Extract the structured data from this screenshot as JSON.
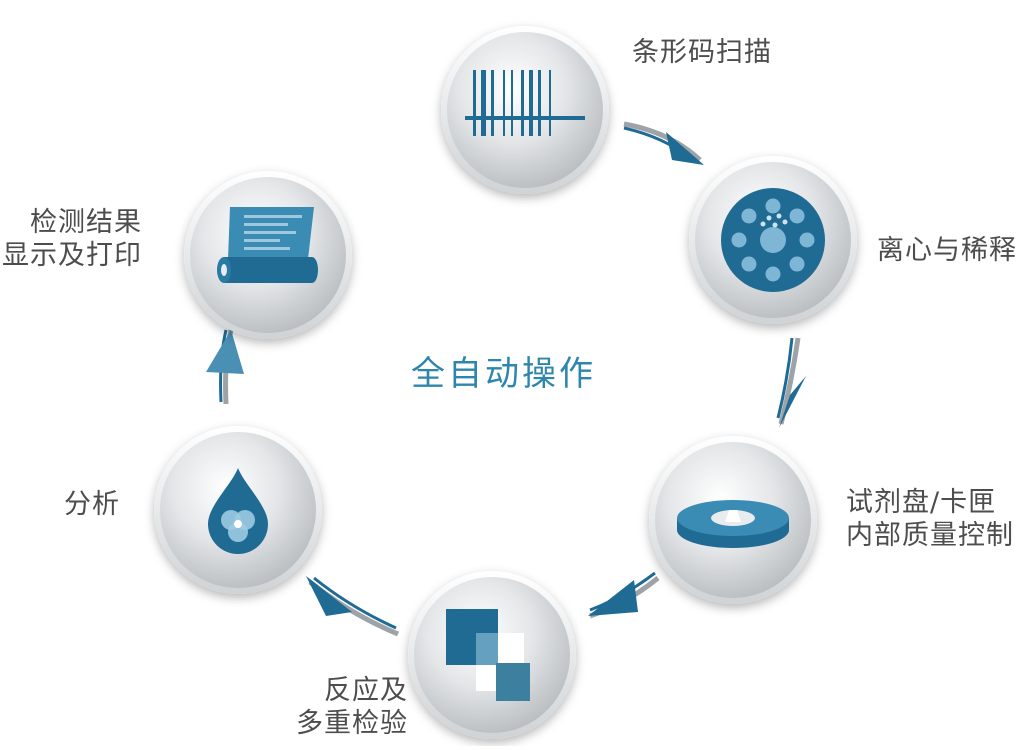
{
  "title": "全自动操作",
  "steps": [
    {
      "lines": [
        "条形码扫描"
      ],
      "icon": "barcode-icon"
    },
    {
      "lines": [
        "离心与稀释"
      ],
      "icon": "centrifuge-rotor-icon"
    },
    {
      "lines": [
        "试剂盘/卡匣",
        "内部质量控制"
      ],
      "icon": "reagent-disc-icon"
    },
    {
      "lines": [
        "反应及",
        "多重检验"
      ],
      "icon": "overlapping-cards-icon"
    },
    {
      "lines": [
        "分析"
      ],
      "icon": "droplet-icon"
    },
    {
      "lines": [
        "检测结果",
        "显示及打印"
      ],
      "icon": "printer-paper-icon"
    }
  ],
  "colors": {
    "accent": "#1f6b94",
    "accent_light": "#4a8fb4",
    "text": "#4d4d4d",
    "title": "#2f86ad",
    "arrow_gray": "#9ea3a7"
  }
}
